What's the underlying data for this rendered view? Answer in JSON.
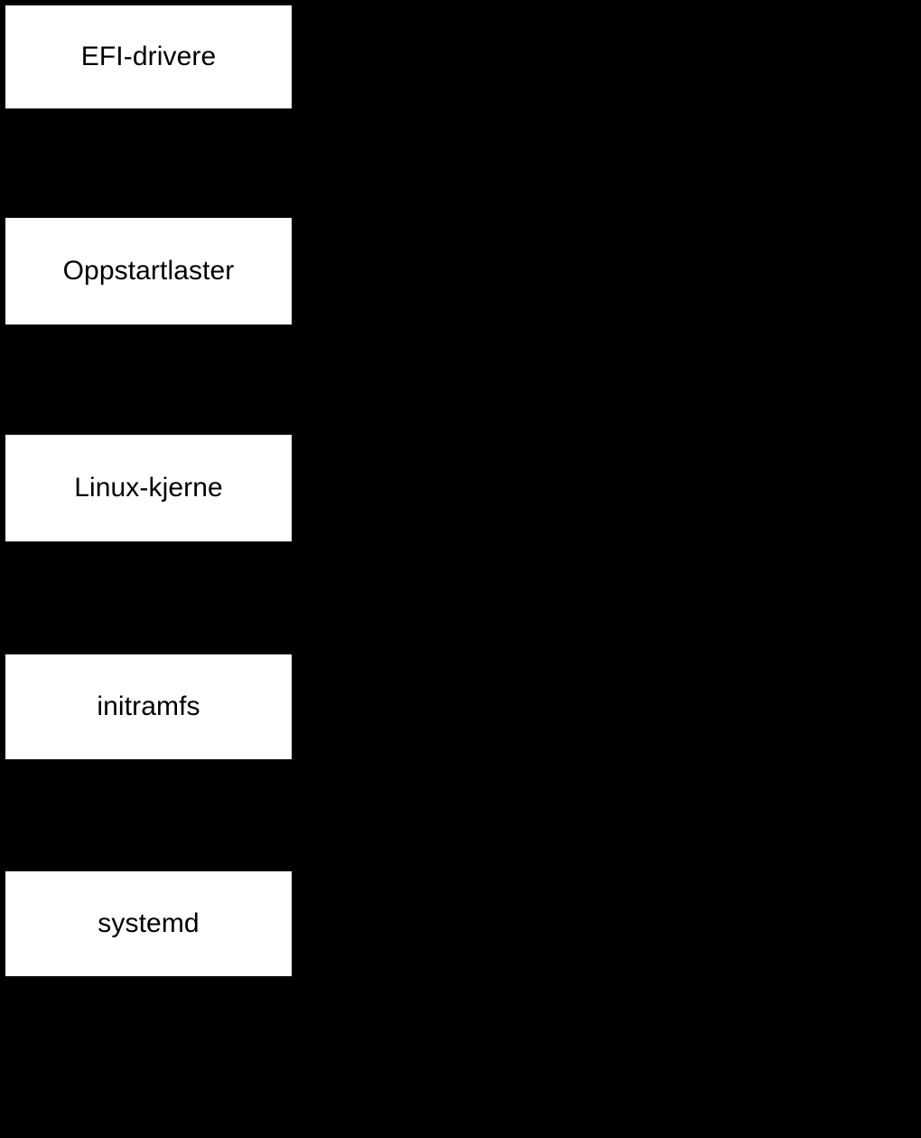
{
  "diagram": {
    "background_color": "#000000",
    "box_fill_color": "#ffffff",
    "box_text_color": "#000000",
    "stages": [
      {
        "label": "EFI-drivere"
      },
      {
        "label": "Oppstartlaster"
      },
      {
        "label": "Linux-kjerne"
      },
      {
        "label": "initramfs"
      },
      {
        "label": "systemd"
      }
    ]
  }
}
